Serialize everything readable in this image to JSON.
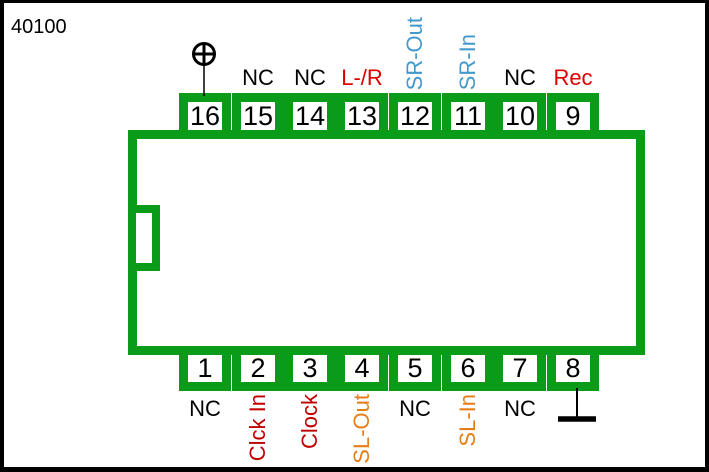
{
  "title": "40100",
  "colors": {
    "chip_green": "#0A9B19",
    "label_black": "#000000",
    "label_red": "#DD0000",
    "label_dark_red": "#C00000",
    "label_blue": "#4499CC",
    "label_orange": "#E67E17"
  },
  "symbols": {
    "power": "circle-plus-supply",
    "ground": "earth-ground"
  },
  "pins": {
    "top": [
      {
        "number": "16",
        "label": "",
        "color": ""
      },
      {
        "number": "15",
        "label": "NC",
        "color": "#000000"
      },
      {
        "number": "14",
        "label": "NC",
        "color": "#000000"
      },
      {
        "number": "13",
        "label": "L-/R",
        "color": "#DD0000"
      },
      {
        "number": "12",
        "label": "SR-Out",
        "color": "#4499CC"
      },
      {
        "number": "11",
        "label": "SR-In",
        "color": "#4499CC"
      },
      {
        "number": "10",
        "label": "NC",
        "color": "#000000"
      },
      {
        "number": "9",
        "label": "Rec",
        "color": "#DD0000"
      }
    ],
    "bottom": [
      {
        "number": "1",
        "label": "NC",
        "color": "#000000"
      },
      {
        "number": "2",
        "label": "Clck In",
        "color": "#C00000"
      },
      {
        "number": "3",
        "label": "Clock",
        "color": "#C00000"
      },
      {
        "number": "4",
        "label": "SL-Out",
        "color": "#E67E17"
      },
      {
        "number": "5",
        "label": "NC",
        "color": "#000000"
      },
      {
        "number": "6",
        "label": "SL-In",
        "color": "#E67E17"
      },
      {
        "number": "7",
        "label": "NC",
        "color": "#000000"
      },
      {
        "number": "8",
        "label": "",
        "color": ""
      }
    ]
  }
}
